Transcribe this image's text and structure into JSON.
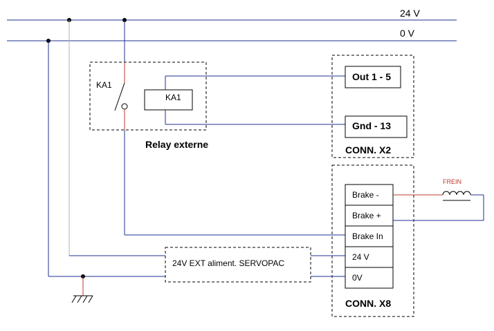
{
  "diagram": {
    "rails": {
      "v24_label": "24 V",
      "v0_label": "0 V"
    },
    "relay": {
      "contact_label": "KA1",
      "coil_label": "KA1",
      "caption": "Relay externe"
    },
    "conn_x2": {
      "terminals": [
        "Out 1 - 5",
        "Gnd - 13"
      ],
      "caption": "CONN. X2"
    },
    "conn_x8": {
      "terminals": [
        "Brake -",
        "Brake +",
        "Brake In",
        "24 V",
        "0V"
      ],
      "caption": "CONN. X8"
    },
    "supply": {
      "label": "24V EXT aliment. SERVOPAC"
    },
    "brake": {
      "label": "FREIN"
    },
    "colors": {
      "wire": "#1f2f8f",
      "wire_red": "#c0392b",
      "wire_gray": "#b0b0b0",
      "outline": "#000000"
    }
  }
}
